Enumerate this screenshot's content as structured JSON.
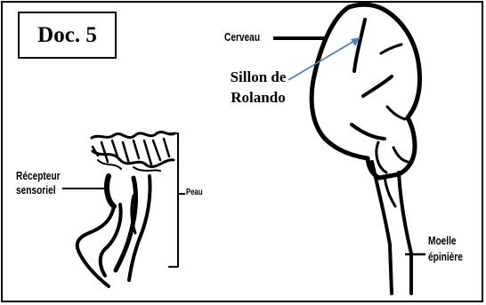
{
  "doc_label": "Doc. 5",
  "labels": {
    "cerveau": "Cerveau",
    "sillon_line1": "Sillon de",
    "sillon_line2": "Rolando",
    "recepteur_line1": "Récepteur",
    "recepteur_line2": "sensoriel",
    "peau": "Peau",
    "moelle_line1": "Moelle",
    "moelle_line2": "épinière"
  },
  "colors": {
    "outline": "#000000",
    "pointer_arrow": "#4f81bd"
  }
}
